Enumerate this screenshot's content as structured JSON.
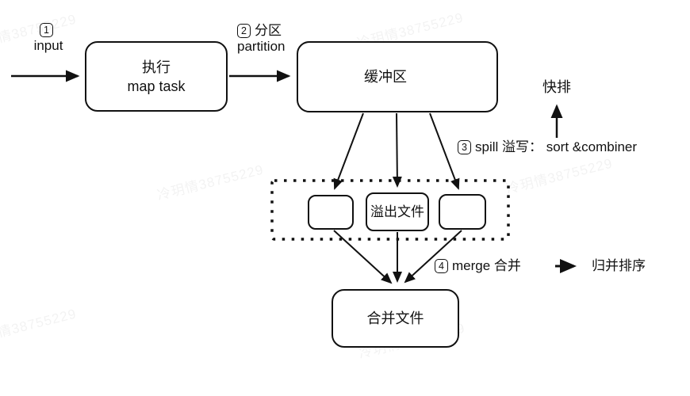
{
  "diagram": {
    "step1": {
      "num": "1",
      "label": "input"
    },
    "map_box": {
      "line1": "执行",
      "line2": "map task"
    },
    "step2": {
      "num": "2",
      "cn": "分区",
      "en": "partition"
    },
    "buffer_box": {
      "label": "缓冲区"
    },
    "quicksort_label": "快排",
    "step3": {
      "num": "3",
      "text": "spill 溢写： sort &combiner"
    },
    "spill_boxes": {
      "center_label": "溢出文件"
    },
    "step4": {
      "num": "4",
      "text": "merge 合并",
      "result": "归并排序"
    },
    "merge_box": {
      "label": "合并文件"
    }
  },
  "watermark": {
    "text": "冷玥情38755229"
  },
  "colors": {
    "line": "#111111",
    "background": "#ffffff",
    "watermark": "rgba(0,0,0,0.05)"
  }
}
